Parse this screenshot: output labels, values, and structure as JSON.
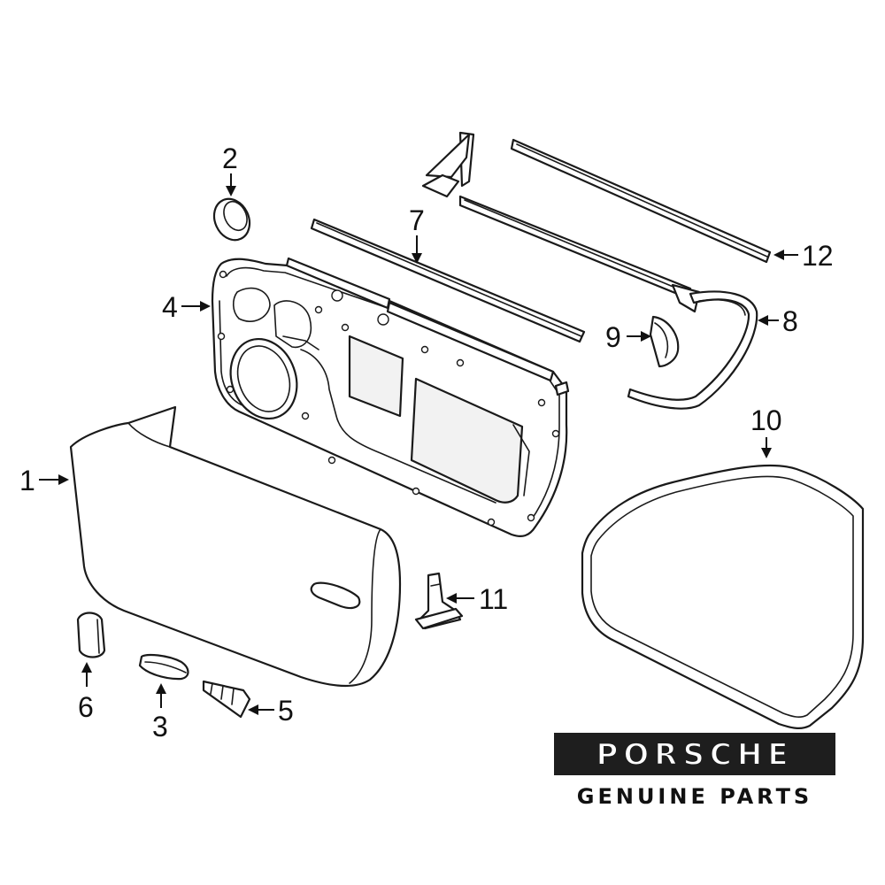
{
  "diagram": {
    "callouts": [
      "1",
      "2",
      "3",
      "4",
      "5",
      "6",
      "7",
      "8",
      "9",
      "10",
      "11",
      "12"
    ]
  },
  "branding": {
    "name": "PORSCHE",
    "tagline": "GENUINE PARTS",
    "box_color": "#1e1e1e"
  }
}
